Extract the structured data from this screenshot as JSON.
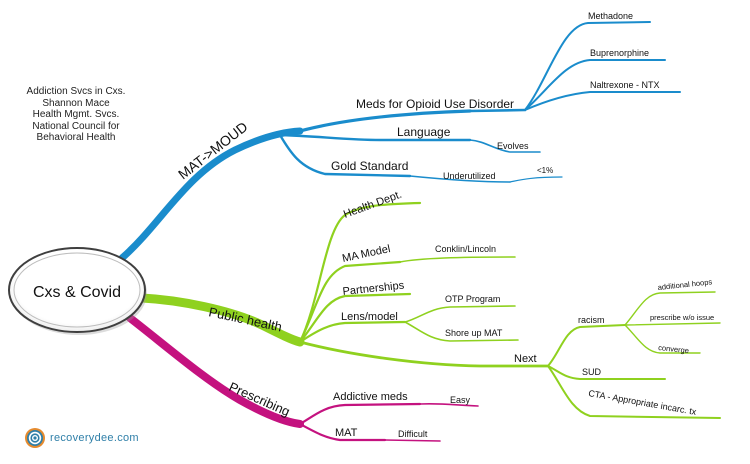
{
  "side_note": {
    "lines": [
      "Addiction Svcs in Cxs.",
      "Shannon Mace",
      "Health Mgmt. Svcs.",
      "National Council for",
      "Behavioral Health"
    ]
  },
  "central_topic": {
    "label": "Cxs & Covid"
  },
  "branches": {
    "mat_moud": {
      "label": "MAT->MOUD",
      "color": "#1a8ccc",
      "meds_opioid": {
        "label": "Meds for Opioid Use Disorder",
        "children": [
          "Methadone",
          "Buprenorphine",
          "Naltrexone - NTX"
        ]
      },
      "language": {
        "label": "Language",
        "child": "Evolves"
      },
      "gold_standard": {
        "label": "Gold Standard",
        "child": "Underutilized",
        "grandchild": "<1%"
      }
    },
    "public_health": {
      "label": "Public health",
      "color": "#8fd11f",
      "health_dept": {
        "label": "Health Dept."
      },
      "ma_model": {
        "label": "MA Model",
        "child": "Conklin/Lincoln"
      },
      "partnerships": {
        "label": "Partnerships"
      },
      "lens_model": {
        "label": "Lens/model",
        "children": [
          "OTP Program",
          "Shore up MAT"
        ]
      },
      "next": {
        "label": "Next",
        "racism": {
          "label": "racism",
          "children": [
            "additional hoops",
            "prescribe w/o issue",
            "converge"
          ]
        },
        "sud": {
          "label": "SUD"
        },
        "cta": {
          "label": "CTA - Appropriate incarc. tx"
        }
      }
    },
    "prescribing": {
      "label": "Prescribing",
      "color": "#c4127f",
      "addictive_meds": {
        "label": "Addictive meds",
        "child": "Easy"
      },
      "mat": {
        "label": "MAT",
        "child": "Difficult"
      }
    }
  },
  "logo": {
    "text": "recoverydee.com",
    "icon": "concentric-circles-logo-icon"
  }
}
